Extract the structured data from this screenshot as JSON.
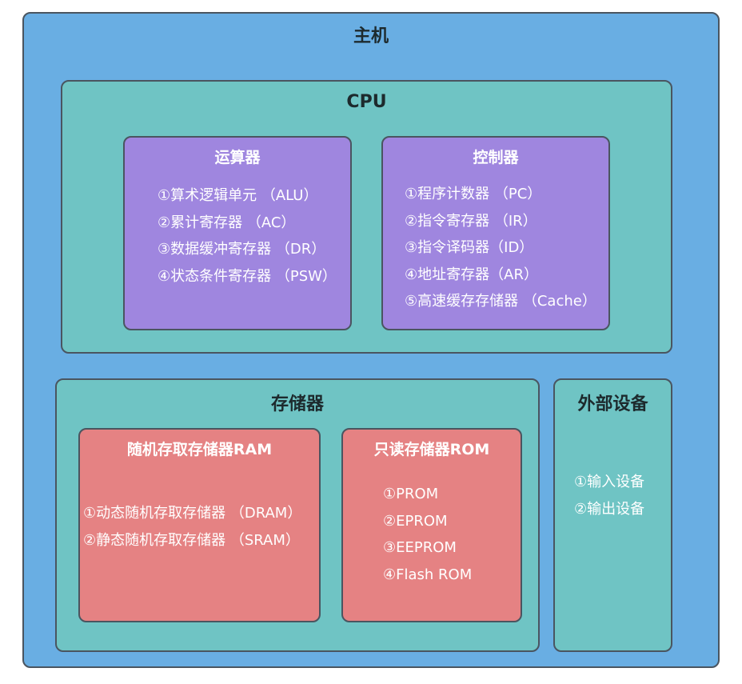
{
  "host": {
    "title": "主机"
  },
  "cpu": {
    "title": "CPU",
    "alu": {
      "title": "运算器",
      "items": [
        "①算术逻辑单元 （ALU）",
        "②累计寄存器 （AC）",
        "③数据缓冲寄存器 （DR）",
        "④状态条件寄存器 （PSW）"
      ]
    },
    "controller": {
      "title": "控制器",
      "items": [
        "①程序计数器 （PC）",
        "②指令寄存器 （IR）",
        "③指令译码器（ID）",
        "④地址寄存器（AR）",
        "⑤高速缓存存储器 （Cache）"
      ]
    }
  },
  "memory": {
    "title": "存储器",
    "ram": {
      "title": "随机存取存储器RAM",
      "items": [
        "①动态随机存取存储器 （DRAM）",
        "②静态随机存取存储器 （SRAM）"
      ]
    },
    "rom": {
      "title": "只读存储器ROM",
      "items": [
        "①PROM",
        "②EPROM",
        "③EEPROM",
        "④Flash ROM"
      ]
    }
  },
  "external": {
    "title": "外部设备",
    "items": [
      "①输入设备",
      "②输出设备"
    ]
  },
  "colors": {
    "host": "#69aee3",
    "teal": "#6fc4c4",
    "purple": "#9f86df",
    "red": "#e58283",
    "border": "#4a5560"
  }
}
